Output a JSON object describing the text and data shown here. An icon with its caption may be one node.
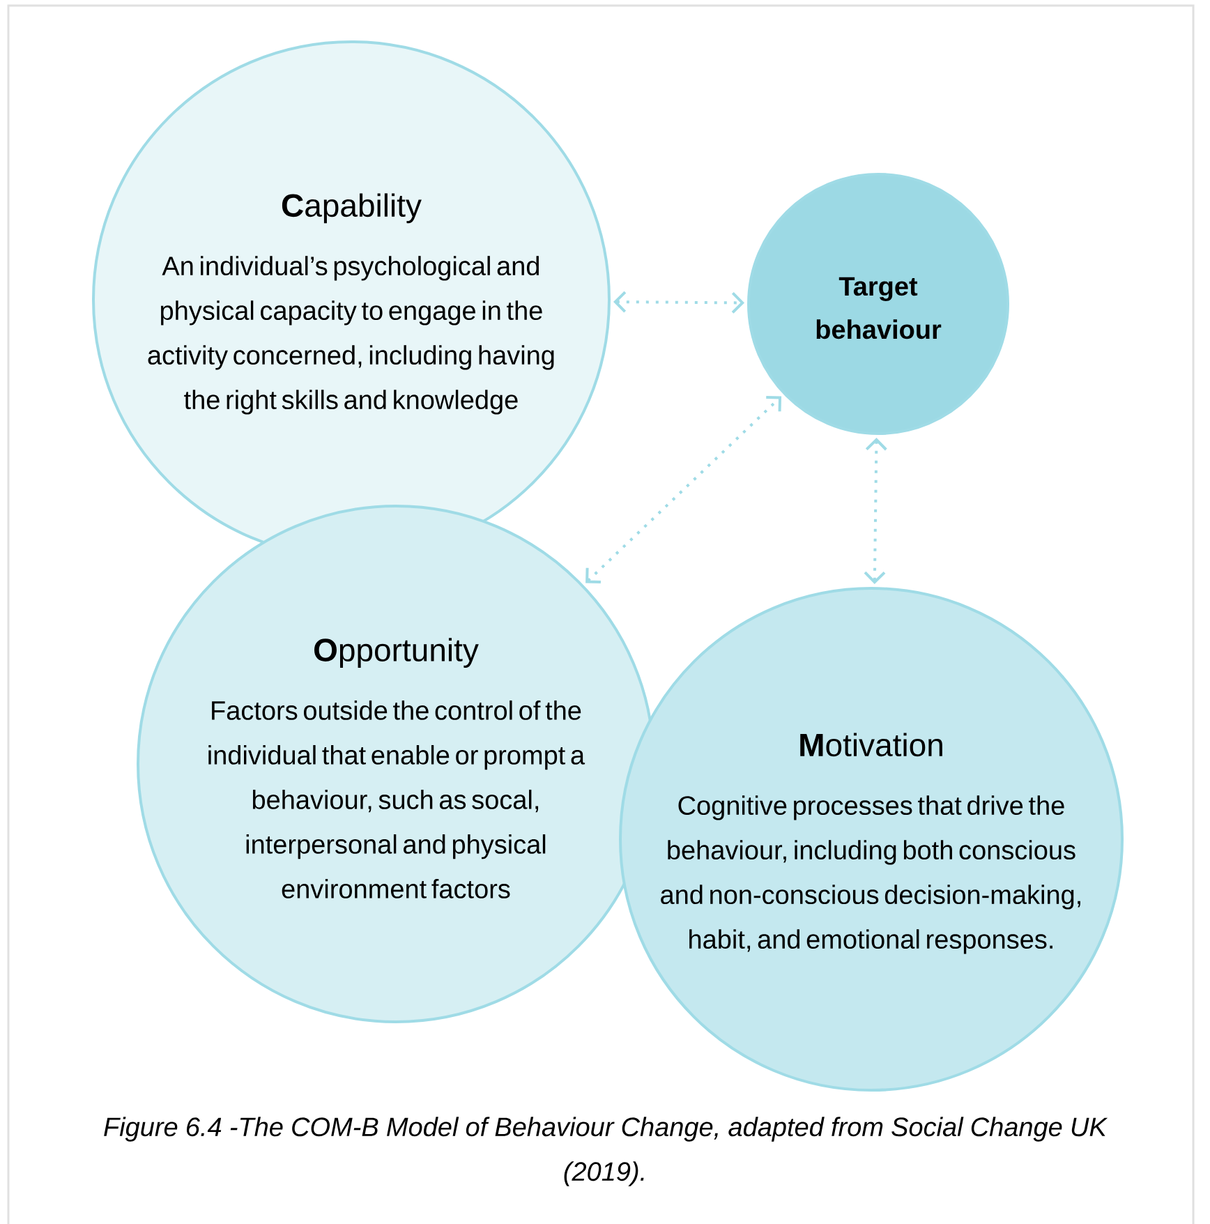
{
  "diagram": {
    "caption": "Figure 6.4 -The COM-B Model of Behaviour Change, adapted from Social Change UK (2019).",
    "nodes": [
      {
        "text": [
          "**C**apability",
          "An individual’s psychological and physical capacity to engage in the activity concerned, including having the right skills and knowledge"
        ]
      },
      {
        "text": [
          "Target behaviour"
        ]
      },
      {
        "text": [
          "**O**pportunity",
          "Factors outside the control of the individual that enable or prompt a behaviour, such as socal, interpersonal and physical environment factors"
        ]
      },
      {
        "text": [
          "**M**otivation",
          "Cognitive processes that drive the behaviour, including both conscious and non-conscious decision-making, habit, and emotional responses."
        ]
      }
    ],
    "edges": [
      {
        "from": 0,
        "to": 1,
        "arrow": "both"
      },
      {
        "from": 2,
        "to": 1,
        "arrow": "both"
      },
      {
        "from": 1,
        "to": 3,
        "arrow": "both"
      }
    ]
  }
}
